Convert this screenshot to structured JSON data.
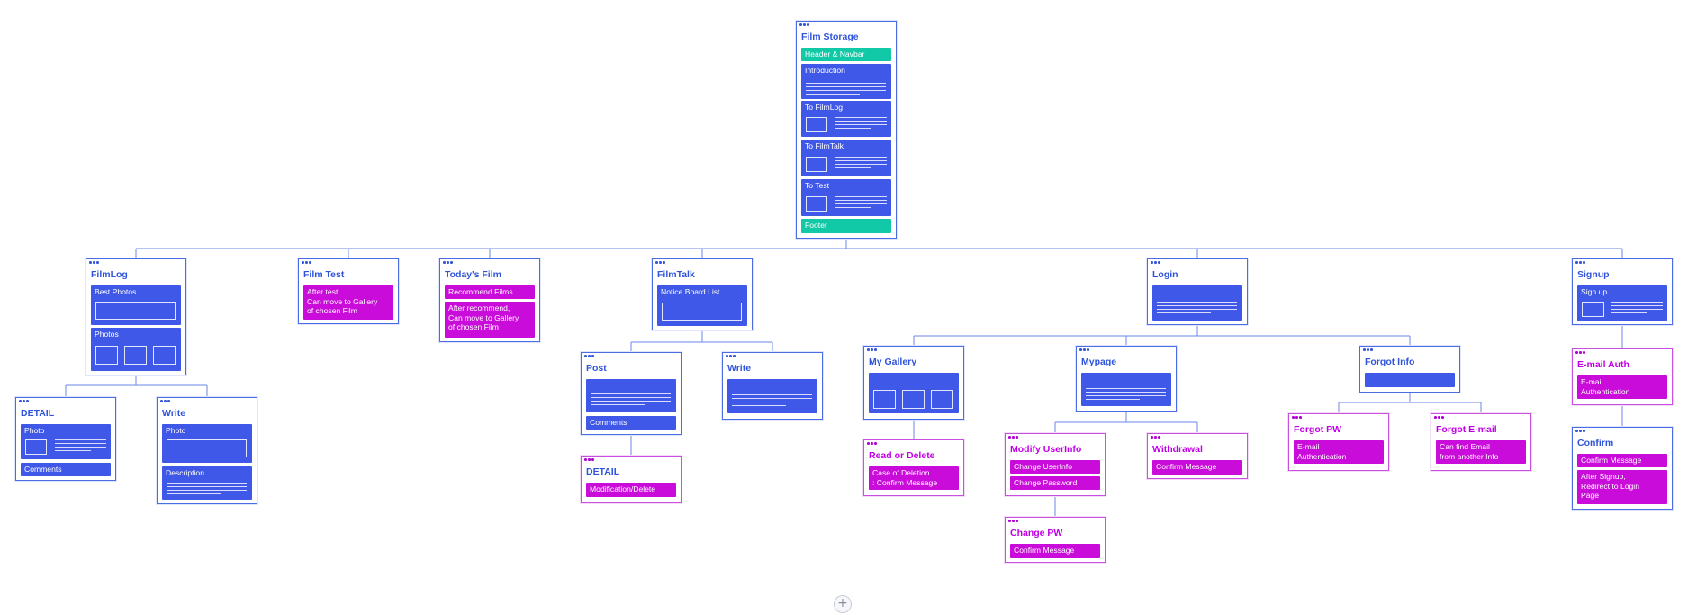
{
  "colors": {
    "connector": "#6b87e8",
    "card_border_blue": "#4a6de5",
    "card_border_magenta": "#c94fe0",
    "section_blue": "#4058e8",
    "section_teal": "#11c9a6",
    "section_magenta": "#c90cd9",
    "title_blue": "#2f54db",
    "title_magenta": "#c200e6"
  },
  "add_button": {
    "icon": "plus-icon",
    "glyph": "+"
  },
  "nodes": {
    "film_storage": {
      "title": "Film Storage",
      "sections": [
        "Header & Navbar",
        "Introduction",
        "To FilmLog",
        "To FilmTalk",
        "To Test",
        "Footer"
      ]
    },
    "filmlog": {
      "title": "FilmLog",
      "sections": [
        "Best Photos",
        "Photos"
      ]
    },
    "film_test": {
      "title": "Film Test",
      "sections": [
        "After test,\nCan move to Gallery\nof chosen Film"
      ]
    },
    "todays_film": {
      "title": "Today's Film",
      "sections": [
        "Recommend Films",
        "After recommend,\nCan move to Gallery\nof chosen Film"
      ]
    },
    "filmtalk": {
      "title": "FilmTalk",
      "sections": [
        "Notice Board List"
      ]
    },
    "login": {
      "title": "Login",
      "sections": []
    },
    "signup": {
      "title": "Signup",
      "sections": [
        "Sign up"
      ]
    },
    "filmlog_detail": {
      "title": "DETAIL",
      "sections": [
        "Photo",
        "Comments"
      ]
    },
    "filmlog_write": {
      "title": "Write",
      "sections": [
        "Photo",
        "Description"
      ]
    },
    "post": {
      "title": "Post",
      "sections": [
        "",
        "Comments"
      ]
    },
    "filmtalk_write": {
      "title": "Write",
      "sections": []
    },
    "post_detail": {
      "title": "DETAIL",
      "sections": [
        "Modification/Delete"
      ]
    },
    "my_gallery": {
      "title": "My Gallery",
      "sections": []
    },
    "read_or_delete": {
      "title": "Read or Delete",
      "sections": [
        "Case of Deletion\n: Confirm Message"
      ]
    },
    "mypage": {
      "title": "Mypage",
      "sections": []
    },
    "modify_userinfo": {
      "title": "Modify UserInfo",
      "sections": [
        "Change UserInfo",
        "Change Password"
      ]
    },
    "change_pw": {
      "title": "Change PW",
      "sections": [
        "Confirm Message"
      ]
    },
    "withdrawal": {
      "title": "Withdrawal",
      "sections": [
        "Confirm Message"
      ]
    },
    "forgot_info": {
      "title": "Forgot Info",
      "sections": []
    },
    "forgot_pw": {
      "title": "Forgot PW",
      "sections": [
        "E-mail\nAuthentication"
      ]
    },
    "forgot_email": {
      "title": "Forgot E-mail",
      "sections": [
        "Can find Email\nfrom another Info"
      ]
    },
    "email_auth": {
      "title": "E-mail Auth",
      "sections": [
        "E-mail\nAuthentication"
      ]
    },
    "confirm": {
      "title": "Confirm",
      "sections": [
        "Confirm Message",
        "After Signup,\nRedirect to Login\nPage"
      ]
    }
  }
}
